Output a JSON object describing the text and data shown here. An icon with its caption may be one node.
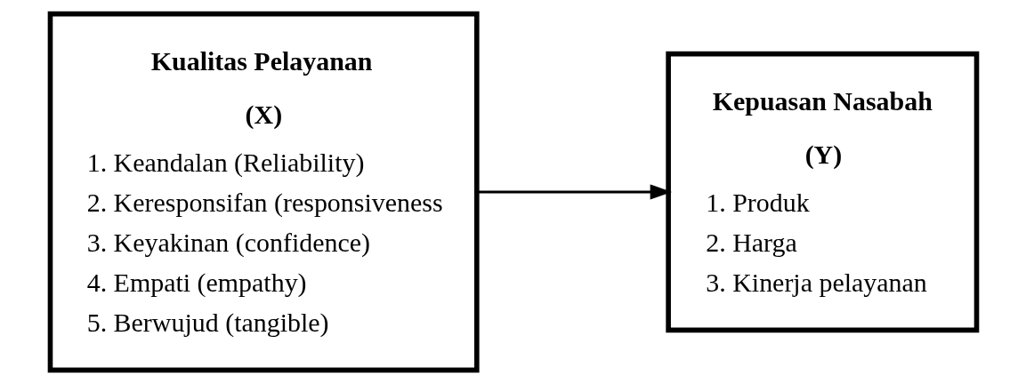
{
  "diagram": {
    "nodes": [
      {
        "text": [
          "Kualitas Pelayanan",
          "(X)",
          "1. Keandalan (Reliability)",
          "2. Keresponsifan (responsiveness",
          "3. Keyakinan (confidence)",
          "4. Empati (empathy)",
          "5. Berwujud (tangible)"
        ]
      },
      {
        "text": [
          "Kepuasan Nasabah",
          "(Y)",
          "1. Produk",
          "2. Harga",
          "3. Kinerja pelayanan"
        ]
      }
    ],
    "edges": [
      {
        "from": 0,
        "to": 1,
        "arrow": "to"
      }
    ]
  }
}
